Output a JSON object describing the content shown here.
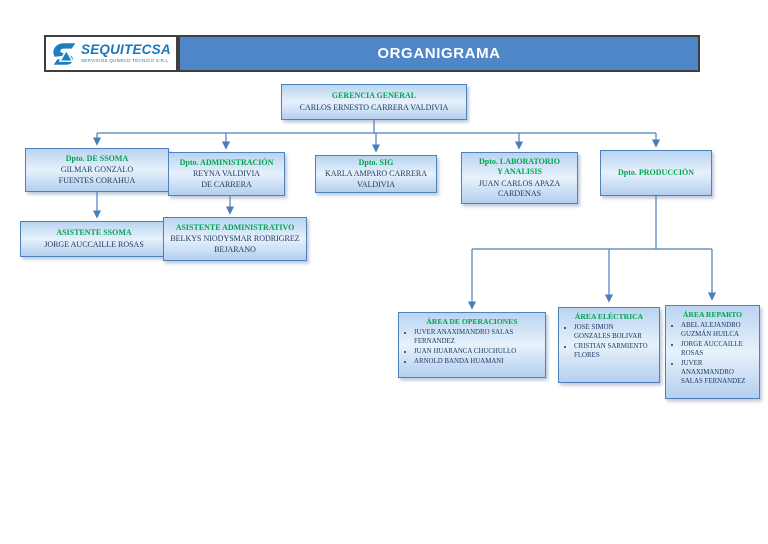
{
  "header": {
    "logo_name": "SEQUITECSA",
    "logo_tagline": "SERVICIOS QUÍMICO TÉCNICO S.R.L.",
    "title": "ORGANIGRAMA"
  },
  "colors": {
    "title_bar_blue": "#4e86c8",
    "box_border_blue": "#4f81bd",
    "department_green": "#00a550",
    "name_navy": "#17375e",
    "connector_blue": "#4a7ebb"
  },
  "org": {
    "gerencia": {
      "title": "GERENCIA GENERAL",
      "name": "CARLOS ERNESTO CARRERA VALDIVIA"
    },
    "departments": [
      {
        "title": "Dpto. DE SSOMA",
        "name": "GILMAR GONZALO\nFUENTES CORAHUA"
      },
      {
        "title": "Dpto. ADMINISTRACIÓN",
        "name": "REYNA VALDIVIA\nDE CARRERA"
      },
      {
        "title": "Dpto. SIG",
        "name": "KARLA AMPARO CARRERA\nVALDIVIA"
      },
      {
        "title": "Dpto. LABORATORIO\nY ANALISIS",
        "name": "JUAN CARLOS APAZA\nCARDENAS"
      },
      {
        "title": "Dpto. PRODUCCIÓN",
        "name": ""
      }
    ],
    "assistants": [
      {
        "title": "ASISTENTE SSOMA",
        "name": "JORGE AUCCAILLE ROSAS"
      },
      {
        "title": "ASISTENTE ADMINISTRATIVO",
        "name": "BELKYS NIODYSMAR RODRIGREZ\nBEJARANO"
      }
    ],
    "areas": [
      {
        "title": "ÁREA DE OPERACIONES",
        "members": [
          "JUVER ANAXIMANDRO SALAS\nFERNANDEZ",
          "JUAN HUARANCA CHUCHULLO",
          "ARNOLD BANDA HUAMANI"
        ]
      },
      {
        "title": "ÁREA ELÉCTRICA",
        "members": [
          "JOSE SIMON\nGONZALES BOLIVAR",
          "CRISTIAN SARMIENTO\nFLORES"
        ]
      },
      {
        "title": "ÁREA REPARTO",
        "members": [
          "ABEL ALEJANDRO\nGUZMÁN HUILCA",
          "JORGE AUCCAILLE\nROSAS",
          "JUVER\nANAXIMANDRO\nSALAS FERNANDEZ"
        ]
      }
    ]
  }
}
